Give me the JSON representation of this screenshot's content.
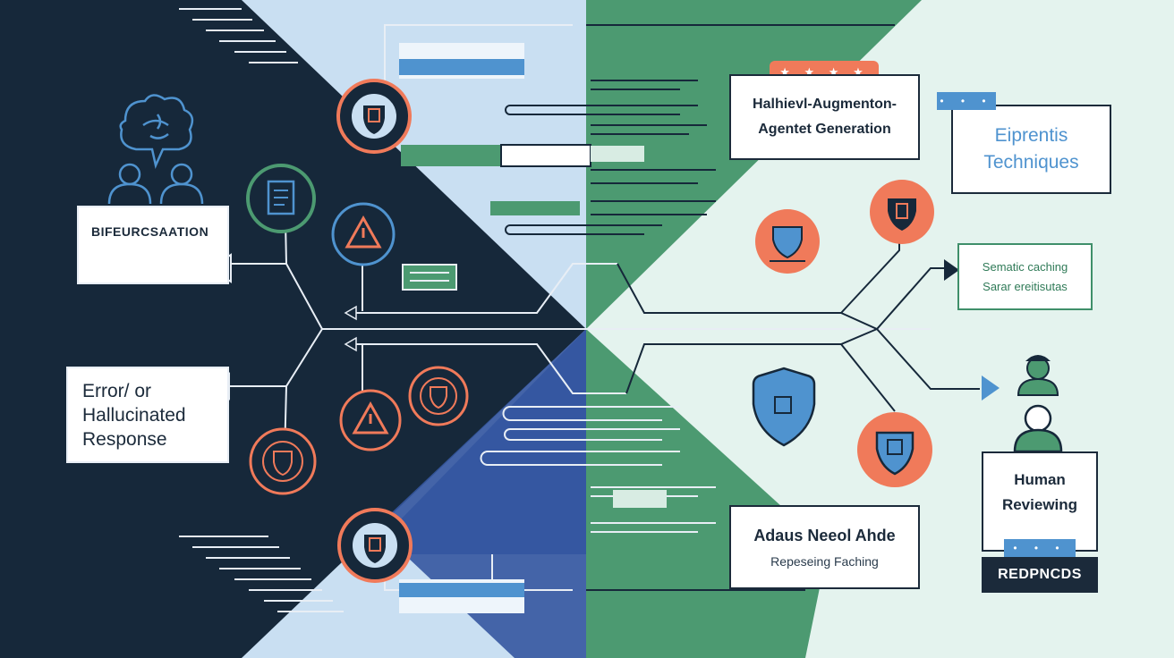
{
  "labels": {
    "bifurcation": "BIFEURCSAATION",
    "error_response": "Error/  or\nHallucinated\nResponse",
    "retrieval_generation": "Halhievl-Augmenton-\nAgentet Generation",
    "expert_techniques": "Eiprentis\nTechniques",
    "semantic_caching": "Sematic caching\nSarar ereitisutas",
    "adaptive_title": "Adaus Neeol Ahde",
    "adaptive_subtitle": "Repeseing Faching",
    "human_reviewing": "Human\nReviewing",
    "responds": "REDPNCDS"
  },
  "decor": {
    "rating_stars": "★ ★ ★ ★",
    "dots_top": "• • •",
    "dots_bottom": "• • •"
  },
  "colors": {
    "navy": "#16283a",
    "light_blue": "#c9dff2",
    "green": "#4c9a71",
    "mint": "#e4f3ee",
    "royal_blue": "#3b5fa8",
    "accent_blue": "#4f93cf",
    "coral": "#f07a5a"
  },
  "icons": [
    "brain-chat-icon",
    "users-icon",
    "shield-icon",
    "document-icon",
    "warning-icon",
    "human-reviewer-icon"
  ]
}
